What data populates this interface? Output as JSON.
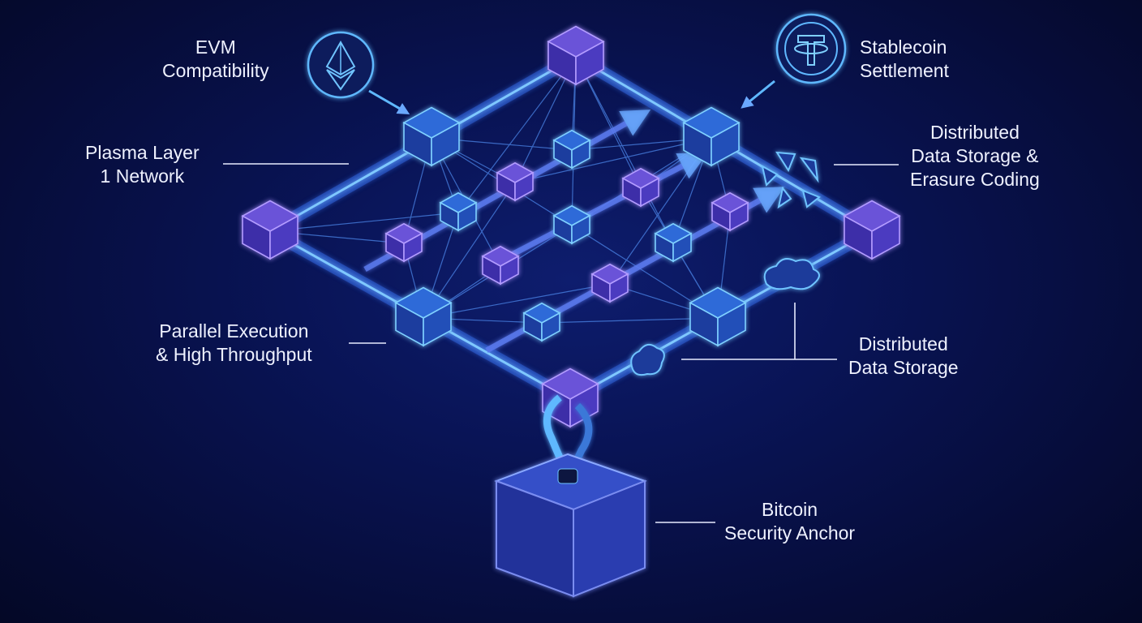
{
  "labels": {
    "evm": [
      "EVM",
      "Compatibility"
    ],
    "stablecoin": [
      "Stablecoin",
      "Settlement"
    ],
    "plasma": [
      "Plasma Layer",
      "1 Network"
    ],
    "erasure": [
      "Distributed",
      "Data Storage &",
      "Erasure Coding"
    ],
    "parallel": [
      "Parallel Execution",
      "& High Throughput"
    ],
    "storage": [
      "Distributed",
      "Data Storage"
    ],
    "bitcoin": [
      "Bitcoin",
      "Security Anchor"
    ]
  },
  "icons": [
    "ethereum-icon",
    "tether-icon",
    "cloud-icon",
    "erasure-shard-icon",
    "chain-link-icon",
    "arrow-icon"
  ],
  "colors": {
    "background": "#070e3c",
    "cyan": "#4fb8ff",
    "violet": "#8a6cf0",
    "text": "#eef1ff"
  }
}
